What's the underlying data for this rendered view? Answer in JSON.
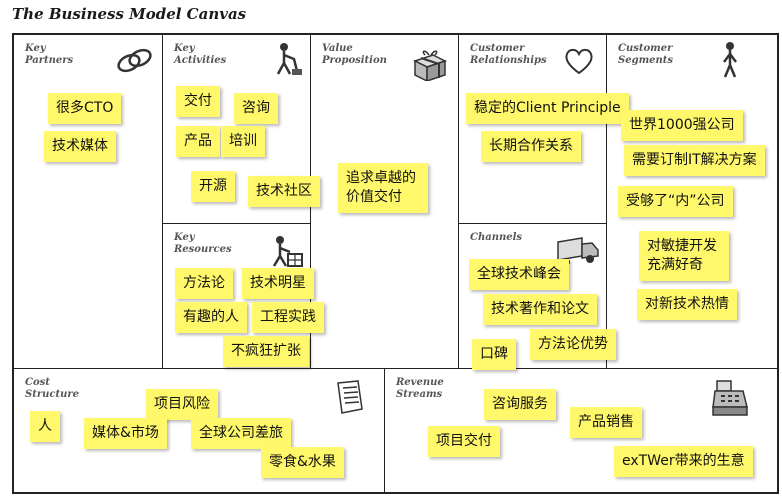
{
  "title": "The Business Model Canvas",
  "blocks": {
    "key_partners": {
      "title": "Key\nPartners",
      "icon": "chain-link-icon",
      "notes": [
        "很多CTO",
        "技术媒体"
      ]
    },
    "key_activities": {
      "title": "Key\nActivities",
      "icon": "worker-icon",
      "notes": [
        "交付",
        "咨询",
        "产品",
        "培训",
        "开源",
        "技术社区"
      ]
    },
    "value_proposition": {
      "title": "Value\nProposition",
      "icon": "gift-box-icon",
      "notes": [
        "追求卓越的\n价值交付"
      ]
    },
    "customer_relationships": {
      "title": "Customer\nRelationships",
      "icon": "heart-icon",
      "notes": [
        "稳定的Client Principle",
        "长期合作关系"
      ]
    },
    "customer_segments": {
      "title": "Customer\nSegments",
      "icon": "person-icon",
      "notes": [
        "世界1000强公司",
        "需要订制IT解决方案",
        "受够了“内”公司",
        "对敏捷开发\n充满好奇",
        "对新技术热情"
      ]
    },
    "key_resources": {
      "title": "Key\nResources",
      "icon": "builder-icon",
      "notes": [
        "方法论",
        "技术明星",
        "有趣的人",
        "工程实践",
        "不疯狂扩张"
      ]
    },
    "channels": {
      "title": "Channels",
      "icon": "truck-icon",
      "notes": [
        "全球技术峰会",
        "技术著作和论文",
        "口碑",
        "方法论优势"
      ]
    },
    "cost_structure": {
      "title": "Cost\nStructure",
      "icon": "receipt-icon",
      "notes": [
        "项目风险",
        "人",
        "媒体&市场",
        "全球公司差旅",
        "零食&水果"
      ]
    },
    "revenue_streams": {
      "title": "Revenue\nStreams",
      "icon": "cash-register-icon",
      "notes": [
        "咨询服务",
        "产品销售",
        "项目交付",
        "exTWer带来的生意"
      ]
    }
  },
  "colors": {
    "sticky_note": "#fff86a",
    "grid_line": "#222222",
    "block_title": "#555555"
  }
}
